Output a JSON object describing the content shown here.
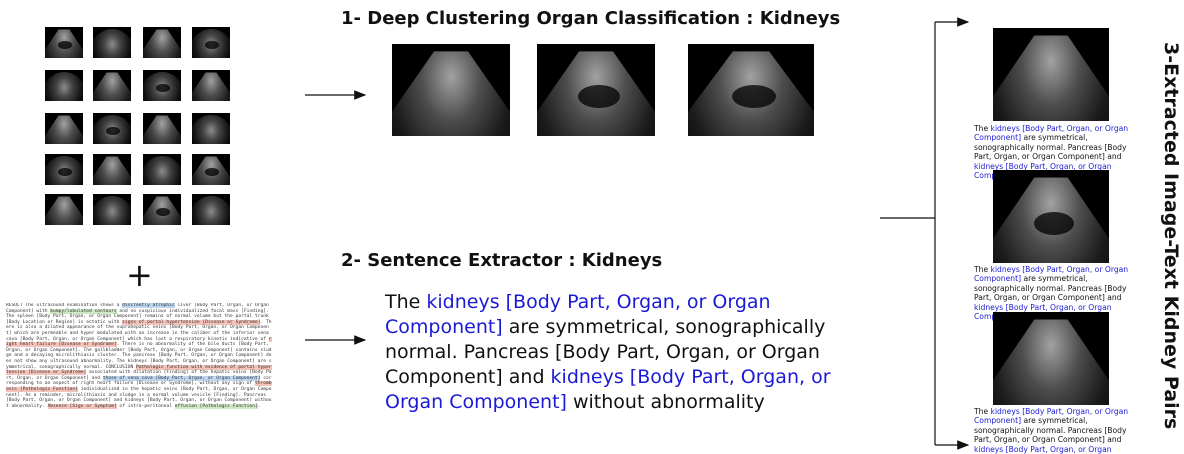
{
  "headings": {
    "step1": "1- Deep Clustering Organ Classification : Kidneys",
    "step2": "2- Sentence Extractor : Kidneys",
    "step3": "3-Extracted Image-Text Kidney Pairs"
  },
  "plus_sign": "+",
  "report_text": {
    "parts": [
      {
        "t": "RESULT The ultrasound examination shows a ",
        "c": ""
      },
      {
        "t": "discreetly atrophic",
        "c": "m1"
      },
      {
        "t": " liver [Body Part, Organ, or Organ Component] with ",
        "c": ""
      },
      {
        "t": "bumpy/lobulated contours",
        "c": "m3"
      },
      {
        "t": " and no suspicious individualized focal mass [Finding]. The spleen [Body Part, Organ, or Organ Component] remains of normal volume but the portal trunk [Body Location or Region] is ectatic with ",
        "c": ""
      },
      {
        "t": "signs of portal hypertension [Disease or Syndrome]",
        "c": "m2"
      },
      {
        "t": ". There is also a dilated appearance of the suprahepatic veins [Body Part, Organ, or Organ Component] which are permeable and hyper modulated with an increase in the caliber of the inferior vena cava [Body Part, Organ, or Organ Component] which has lost a respiratory kinetic indicative of ",
        "c": ""
      },
      {
        "t": "right heart failure [Disease or Syndrome]",
        "c": "m2"
      },
      {
        "t": ". There is no abnormality of the bile ducts [Body Part, Organ, or Organ Component]. The gallbladder [Body Part, Organ, or Organ Component] contains sludge and a decaying microlithiasis cluster. The pancreas [Body Part, Organ, or Organ Component] does not show any ultrasound abnormality. The kidneys [Body Part, Organ, or Organ Component] are symmetrical, sonographically normal. CONCLUSION ",
        "c": ""
      },
      {
        "t": "Pathologic function with evidence of portal hypertension [Disease or Syndrome]",
        "c": "m2"
      },
      {
        "t": " associated with dilatation [Finding] of the hepatic veins [Body Part, Organ, or Organ Component] and ",
        "c": ""
      },
      {
        "t": "those of vena cava [Body Part, Organ, or Organ Component]",
        "c": "m1"
      },
      {
        "t": " corresponding to an aspect of right heart failure [Disease or Syndrome], without any sign of ",
        "c": ""
      },
      {
        "t": "thrombosis [Pathologic Function]",
        "c": "m2"
      },
      {
        "t": " individualized in the hepatic veins [Body Part, Organ, or Organ Component]. As a reminder, microlithiasis and sludge in a normal volume vesicle [Finding]. Pancreas [Body Part, Organ, or Organ Component] and kidneys [Body Part, Organ, or Organ Component] without abnormality. ",
        "c": ""
      },
      {
        "t": "Absence [Sign or Symptom]",
        "c": "m2"
      },
      {
        "t": " of intra-peritoneal ",
        "c": ""
      },
      {
        "t": "effusion [Pathologic Function]",
        "c": "m3"
      },
      {
        "t": ".",
        "c": ""
      }
    ]
  },
  "sentence": {
    "parts": [
      {
        "t": "The ",
        "hl": false
      },
      {
        "t": "kidneys [Body Part, Organ, or Organ Component]",
        "hl": true
      },
      {
        "t": " are symmetrical, sonographically normal.  Pancreas [Body Part, Organ, or Organ Component] and ",
        "hl": false
      },
      {
        "t": "kidneys [Body Part, Organ, or Organ Component]",
        "hl": true
      },
      {
        "t": " without abnormality",
        "hl": false
      }
    ]
  },
  "colors": {
    "highlight": "#1a1ad6",
    "background": "#ffffff",
    "ultrasound_background": "#000000"
  }
}
